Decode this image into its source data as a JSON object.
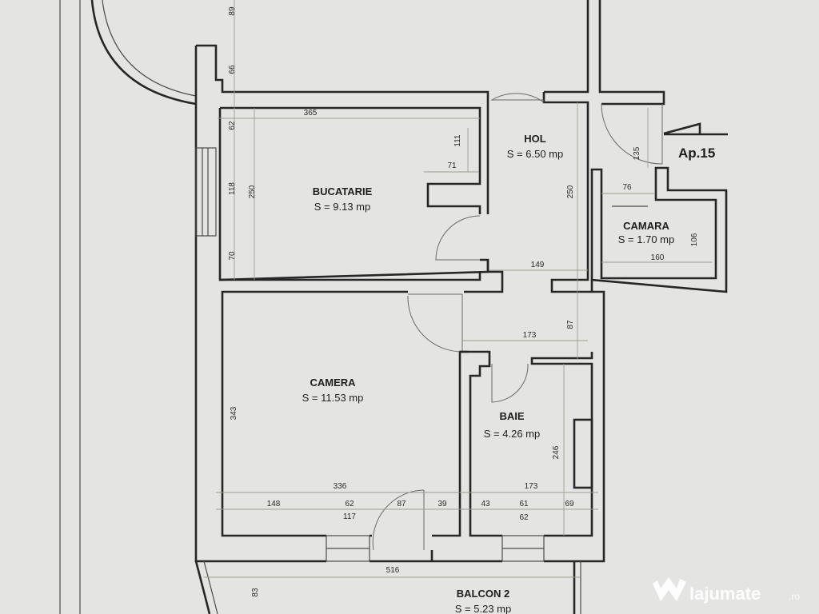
{
  "apartment_label": "Ap.15",
  "rooms": [
    {
      "name": "BUCATARIE",
      "area": "S = 9.13 mp"
    },
    {
      "name": "HOL",
      "area": "S = 6.50 mp"
    },
    {
      "name": "CAMARA",
      "area": "S = 1.70 mp"
    },
    {
      "name": "CAMERA",
      "area": "S = 11.53 mp"
    },
    {
      "name": "BAIE",
      "area": "S = 4.26 mp"
    },
    {
      "name": "BALCON 2",
      "area": "S = 5.23 mp"
    }
  ],
  "dimensions": {
    "d89": "89",
    "d66": "66",
    "d62": "62",
    "d118": "118",
    "d70": "70",
    "d250a": "250",
    "d365": "365",
    "d111": "111",
    "d71": "71",
    "d250b": "250",
    "d135": "135",
    "d76": "76",
    "d106": "106",
    "d160": "160",
    "d149": "149",
    "d173a": "173",
    "d87a": "87",
    "d343": "343",
    "d336": "336",
    "d148": "148",
    "d62b": "62",
    "d87b": "87",
    "d39": "39",
    "d117": "117",
    "d173b": "173",
    "d43": "43",
    "d61": "61",
    "d69": "69",
    "d62c": "62",
    "d246": "246",
    "d516": "516",
    "d83": "83"
  },
  "watermark": {
    "brand": "lajumate",
    "tld": ".ro",
    "color": "#ffffff"
  },
  "colors": {
    "background": "#e4e4e2",
    "walls": "#262626"
  }
}
